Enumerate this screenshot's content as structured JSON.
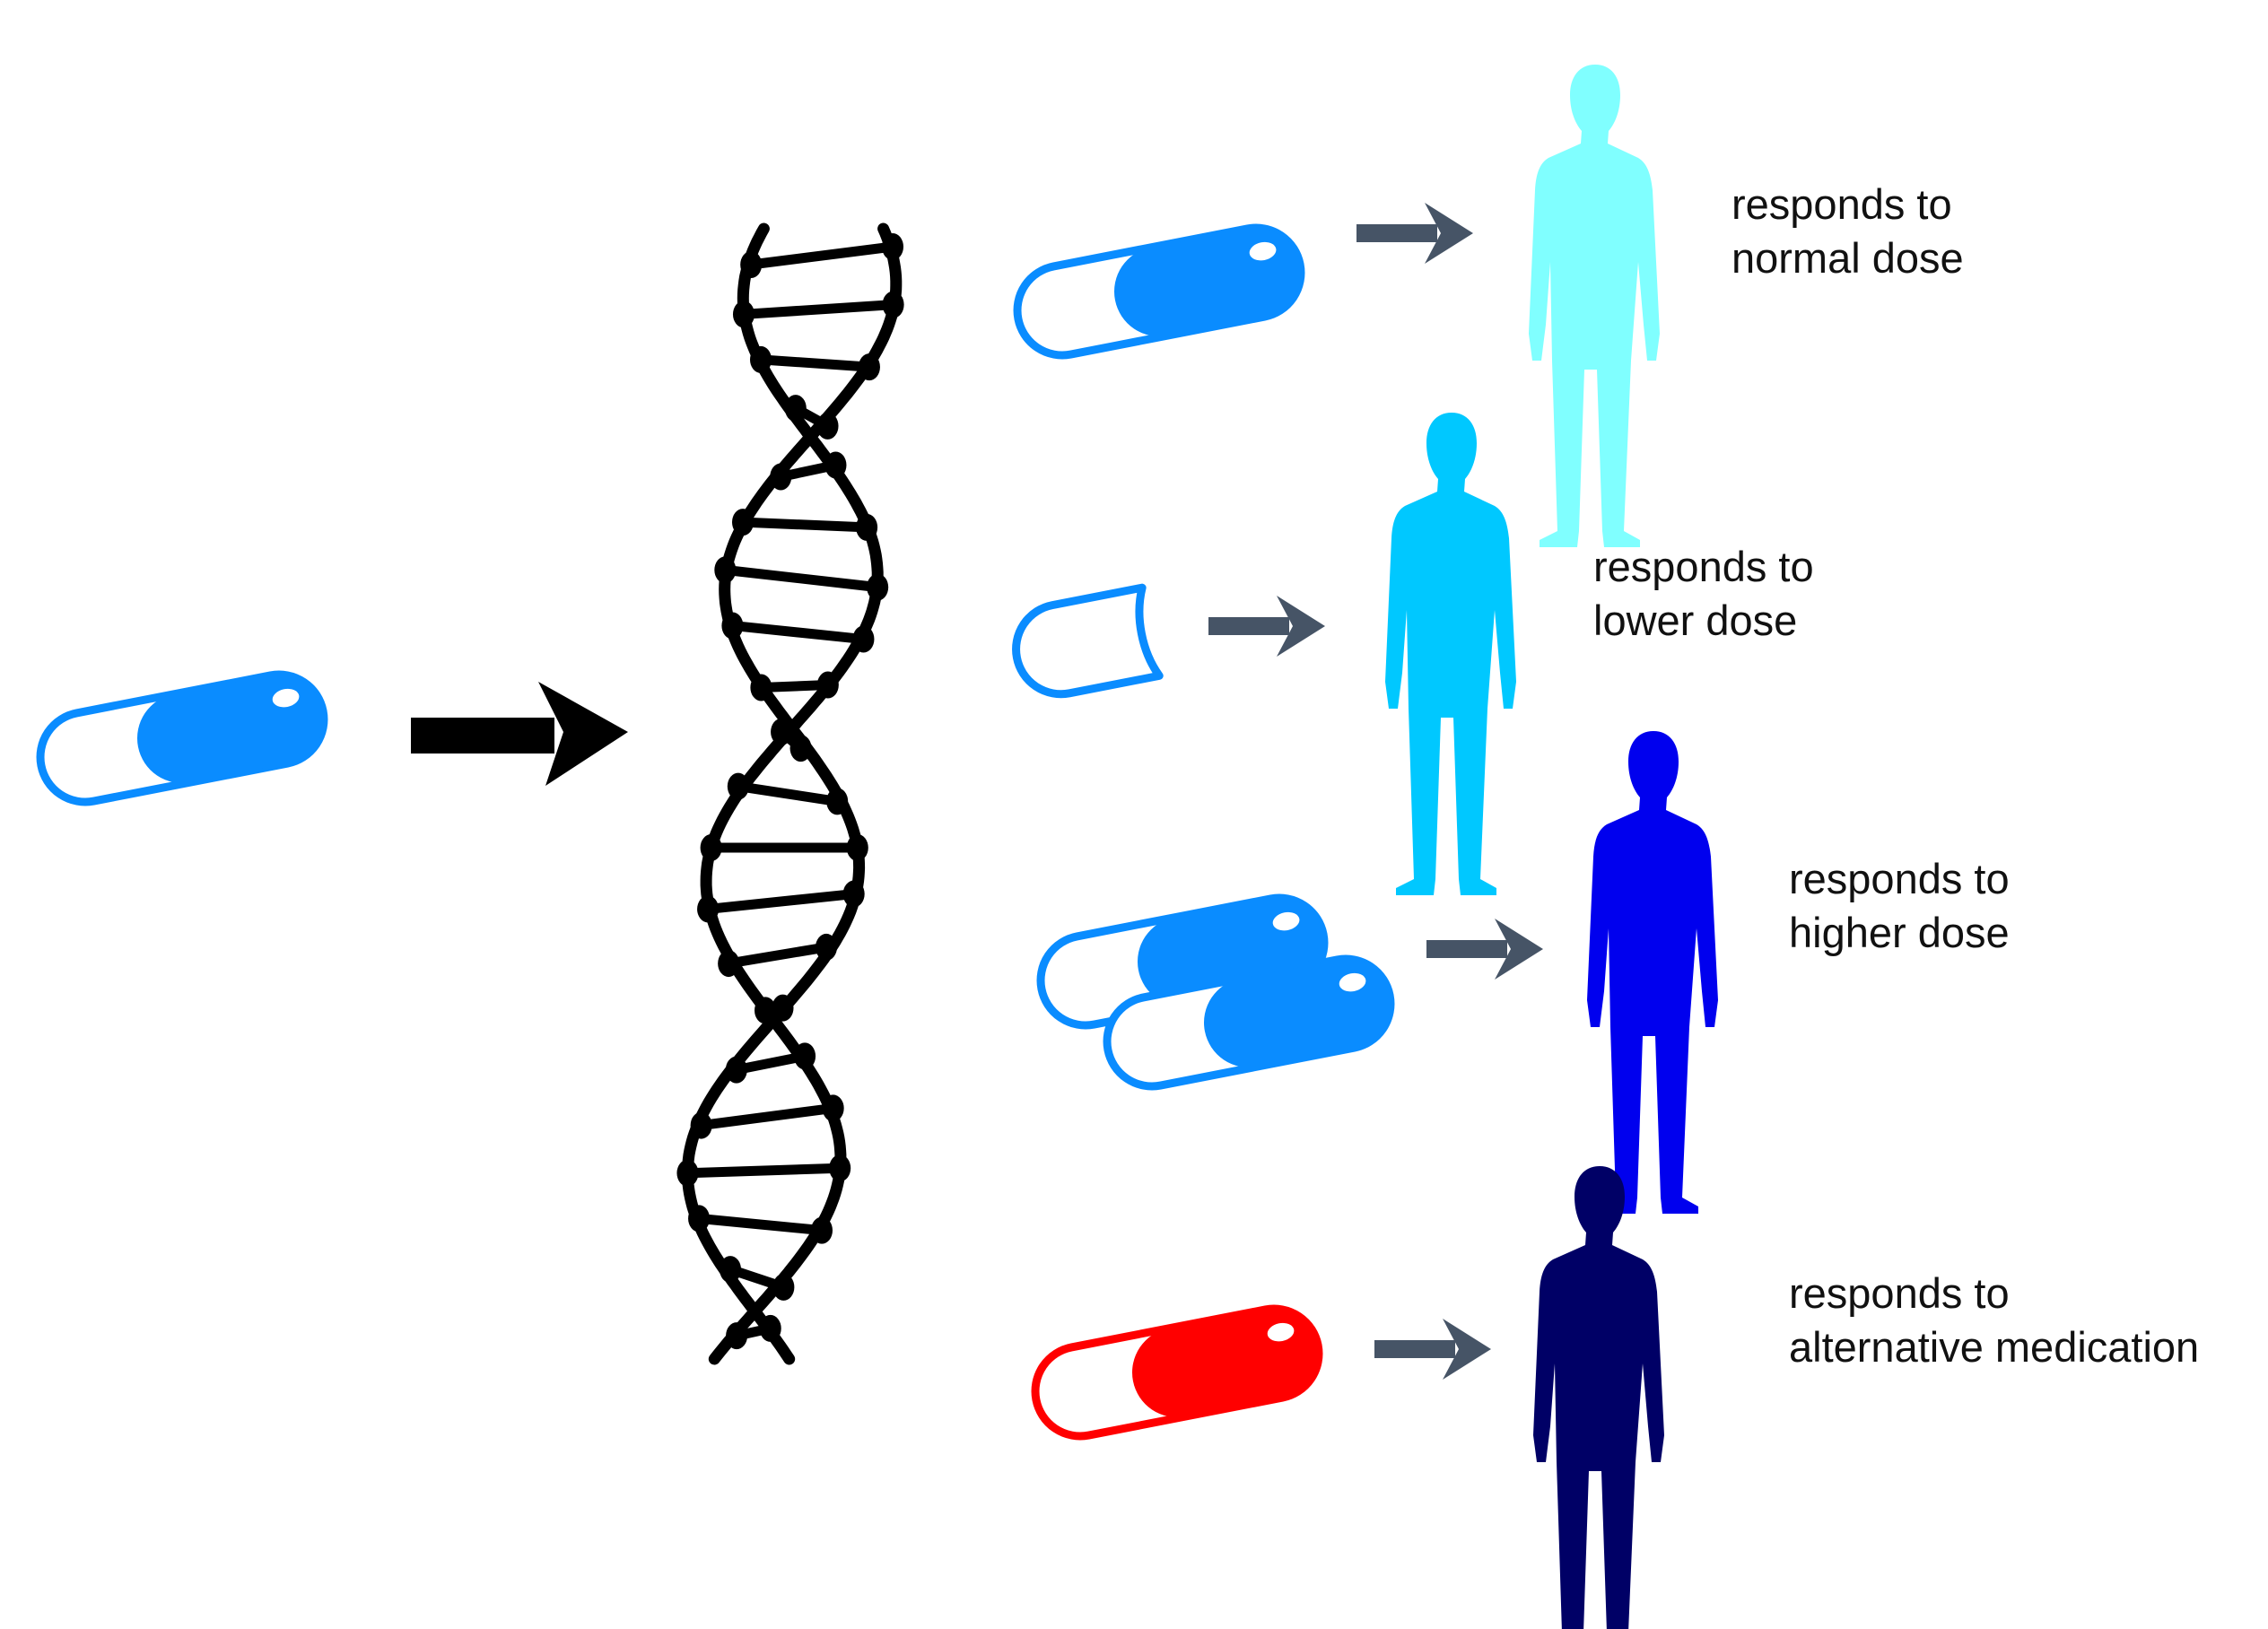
{
  "colors": {
    "pill_blue": "#0a8cff",
    "pill_red": "#ff0000",
    "dna": "#000000",
    "small_arrow": "#465466",
    "big_arrow": "#000000",
    "person_normal": "#80ffff",
    "person_lower": "#00c8ff",
    "person_higher": "#0000ee",
    "person_alternative": "#000066"
  },
  "input": {
    "pill_icon": "capsule-icon",
    "arrow_icon": "arrow-right-icon"
  },
  "dna_icon": "dna-helix-icon",
  "outcomes": [
    {
      "dose": "normal",
      "pill": "single-capsule",
      "pill_color": "blue",
      "line1": "responds to",
      "line2": "normal dose"
    },
    {
      "dose": "lower",
      "pill": "half-capsule",
      "pill_color": "blue",
      "line1": "responds to",
      "line2": "lower dose"
    },
    {
      "dose": "higher",
      "pill": "double-capsule",
      "pill_color": "blue",
      "line1": "responds to",
      "line2": "higher dose"
    },
    {
      "dose": "alternative",
      "pill": "single-capsule",
      "pill_color": "red",
      "line1": "responds to",
      "line2": "alternative medication"
    }
  ]
}
